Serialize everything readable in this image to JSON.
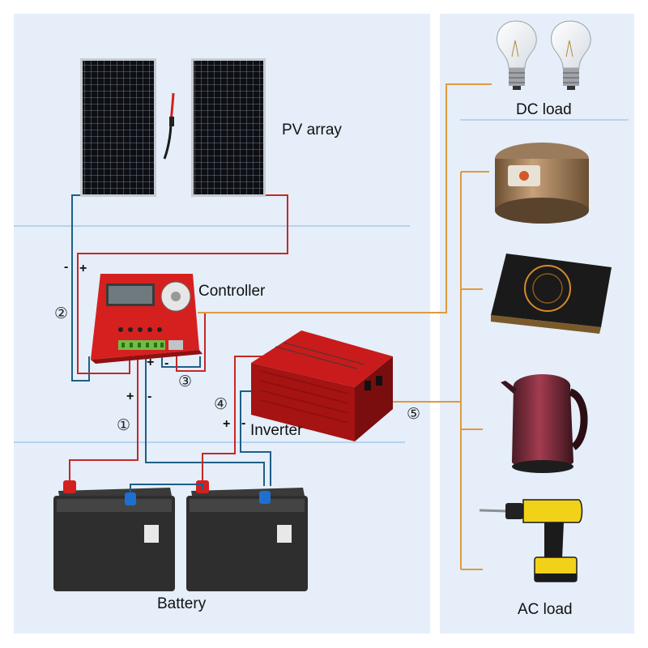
{
  "labels": {
    "pv_array": "PV array",
    "controller": "Controller",
    "inverter": "Inverter",
    "battery": "Battery",
    "dc_load": "DC load",
    "ac_load": "AC load"
  },
  "steps": [
    "①",
    "②",
    "③",
    "④",
    "⑤"
  ],
  "polarity": {
    "minus": "-",
    "plus": "+"
  },
  "colors": {
    "left_panel_bg": "#e5eef9",
    "right_panel_bg": "#e5eef9",
    "divider": "#9cc3ea",
    "positive_wire": "#c62828",
    "negative_wire": "#1f5f86",
    "load_wire": "#e09a3e",
    "device_red": "#d62020"
  }
}
